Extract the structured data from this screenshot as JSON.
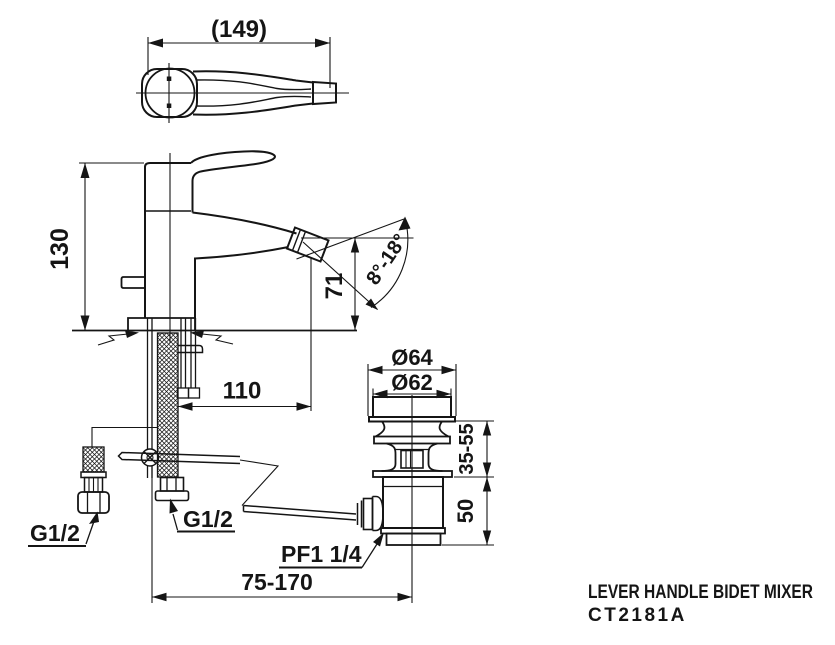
{
  "drawing": {
    "product": {
      "title": "LEVER HANDLE BIDET MIXER",
      "model": "CT2181A"
    },
    "dimensions": {
      "handle_length": "(149)",
      "total_height": "130",
      "spout_outlet_height": "71",
      "spout_angle_range": "8°-18°",
      "spout_reach": "110",
      "drain_flange_outer_dia": "Ø64",
      "drain_flange_top_dia": "Ø62",
      "drain_body_height_range": "35-55",
      "drain_tail_length": "50",
      "supply_thread_left": "G1/2",
      "supply_thread_center": "G1/2",
      "drain_thread": "PF1 1/4",
      "rod_horizontal_range": "75-170"
    },
    "colors": {
      "line": "#151515",
      "background": "#ffffff"
    }
  }
}
